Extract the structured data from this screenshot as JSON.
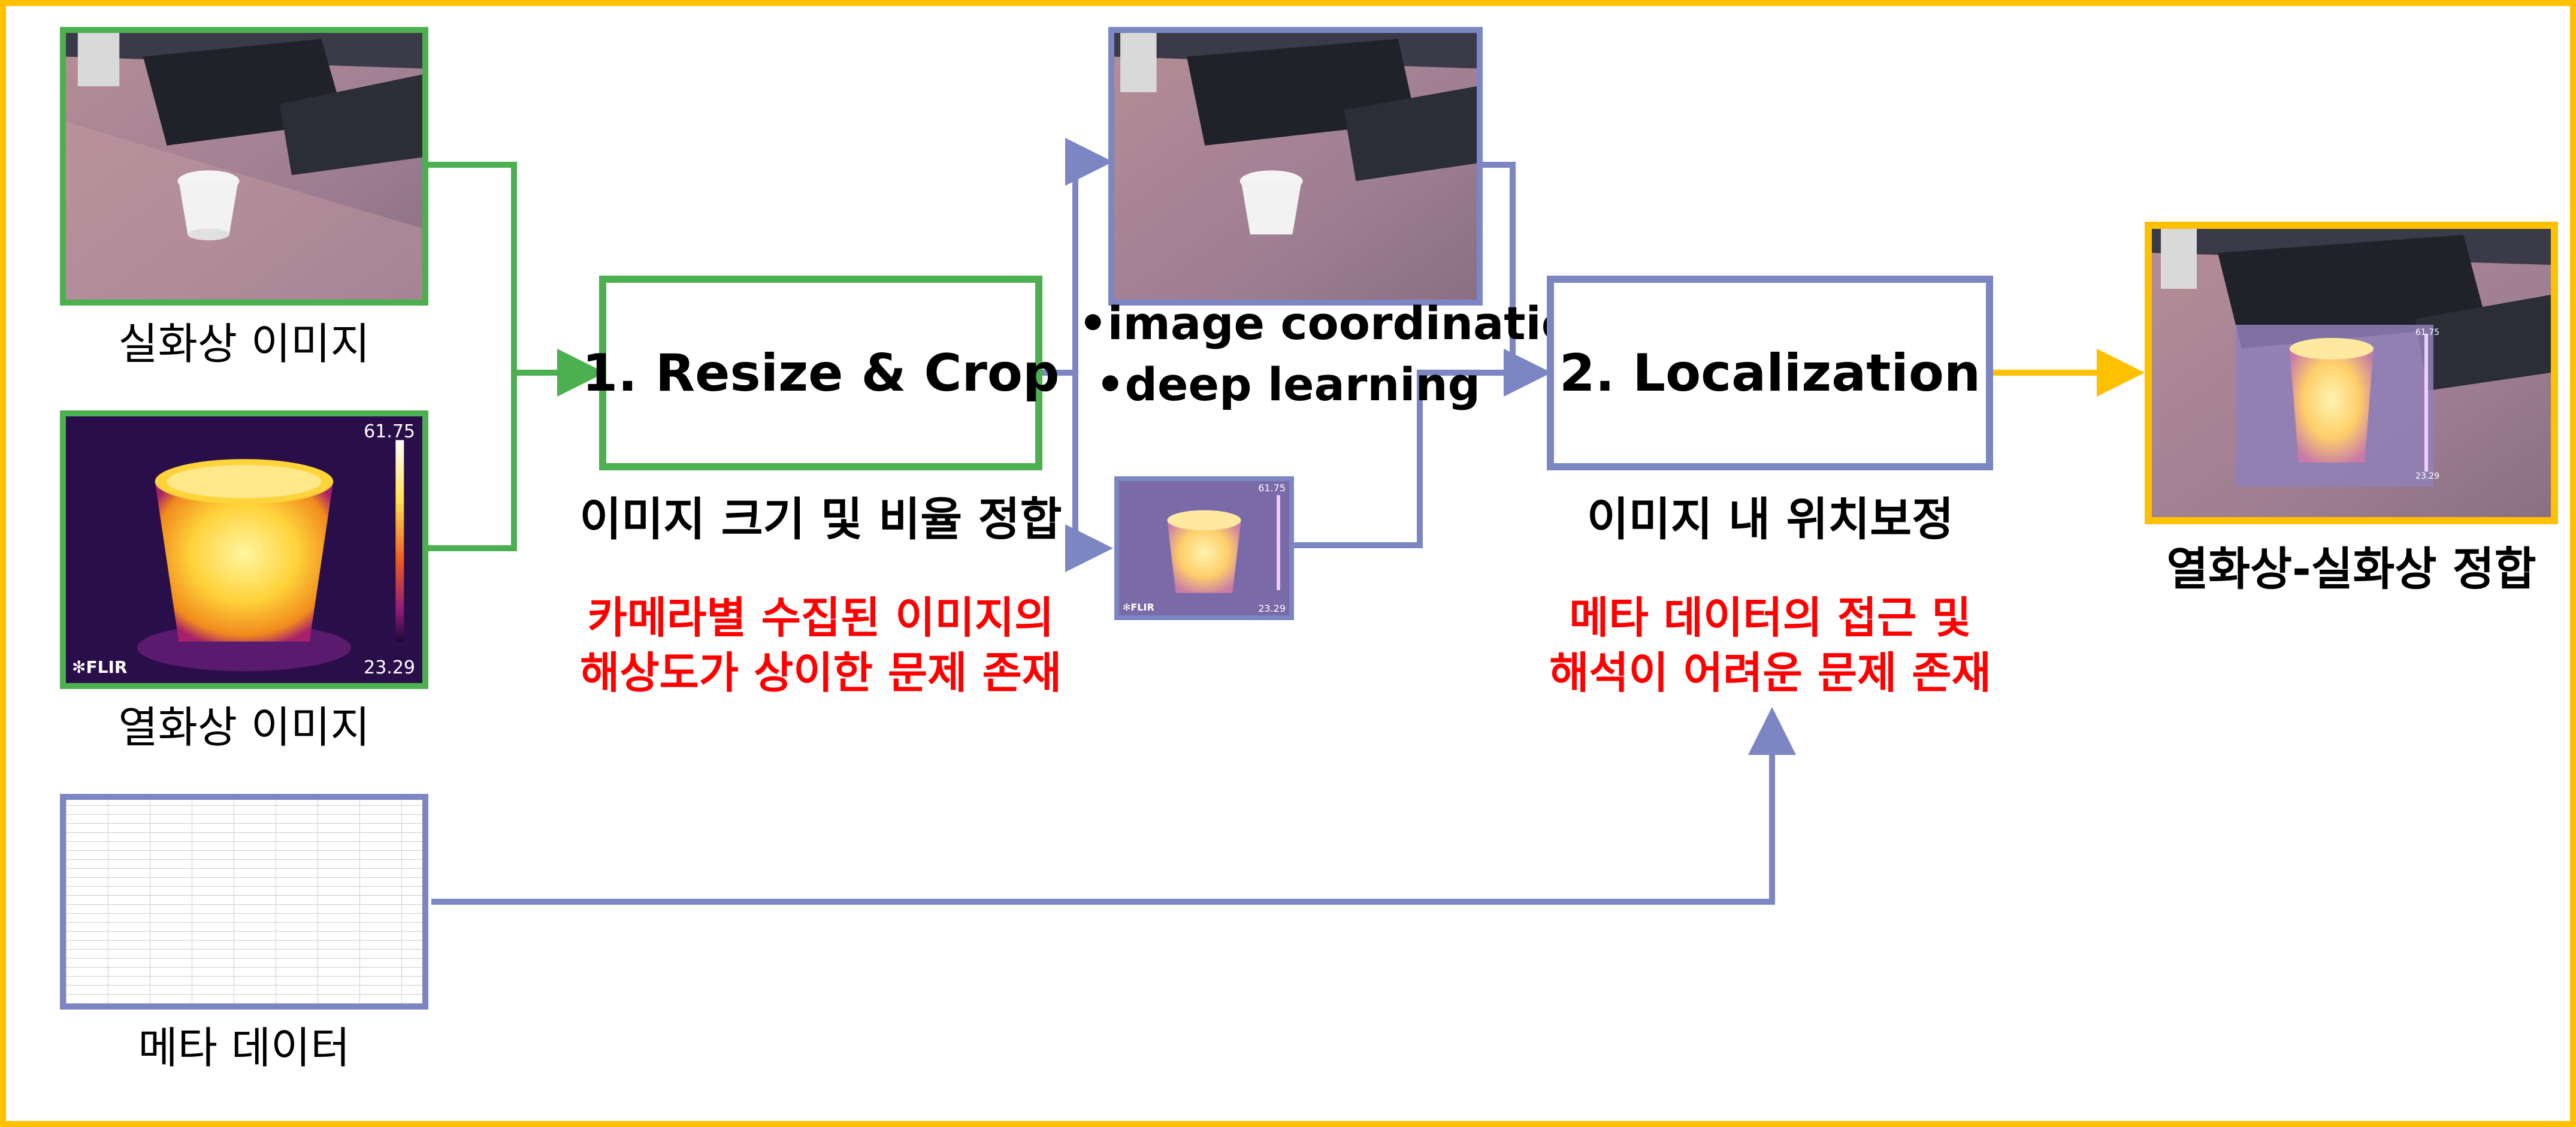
{
  "colors": {
    "border": "#FFC000",
    "green": "#4CB050",
    "blue": "#7B86C3",
    "orange": "#FFC000",
    "red": "#FF0000"
  },
  "inputs": {
    "rgb_label": "실화상 이미지",
    "thermal_label": "열화상 이미지",
    "thermal_max": "61.75",
    "thermal_min": "23.29",
    "thermal_brand": "FLIR",
    "meta_label": "메타 데이터"
  },
  "step1": {
    "title": "1. Resize & Crop",
    "caption": "이미지 크기 및 비율 정합",
    "problem_line1": "카메라별 수집된 이미지의",
    "problem_line2": "해상도가 상이한 문제 존재"
  },
  "middle": {
    "bullet1": "•image coordination",
    "bullet2": "•deep learning",
    "small_thermal_max": "61.75",
    "small_thermal_min": "23.29",
    "small_thermal_brand": "FLIR"
  },
  "step2": {
    "title": "2. Localization",
    "caption": "이미지 내 위치보정",
    "problem_line1": "메타 데이터의 접근 및",
    "problem_line2": "해석이 어려운 문제 존재"
  },
  "output": {
    "label": "열화상-실화상 정합",
    "overlay_max": "61.75",
    "overlay_min": "23.29"
  }
}
